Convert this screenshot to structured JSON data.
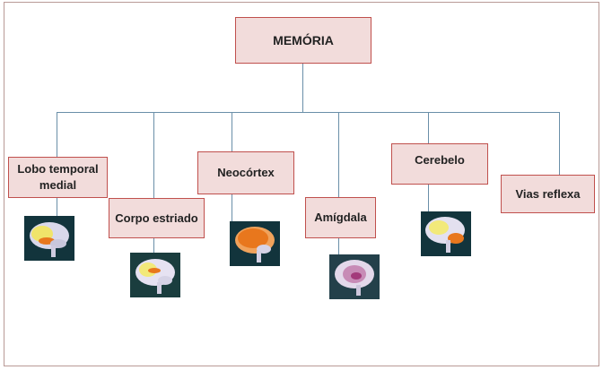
{
  "root": {
    "label": "MEMÓRIA"
  },
  "nodes": [
    {
      "label": "Lobo temporal\nmedial",
      "highlight": "temporal-lobe"
    },
    {
      "label": "Corpo estriado",
      "highlight": "striatum"
    },
    {
      "label": "Neocórtex",
      "highlight": "neocortex"
    },
    {
      "label": "Amígdala",
      "highlight": "amygdala"
    },
    {
      "label": "Cerebelo",
      "highlight": "cerebellum"
    },
    {
      "label": "Vias reflexa",
      "highlight": "none"
    }
  ],
  "colors": {
    "box_fill": "#f2dcdb",
    "box_border": "#c0504d",
    "connector": "#6a8fa8",
    "brain_highlight": "#e8771d"
  }
}
